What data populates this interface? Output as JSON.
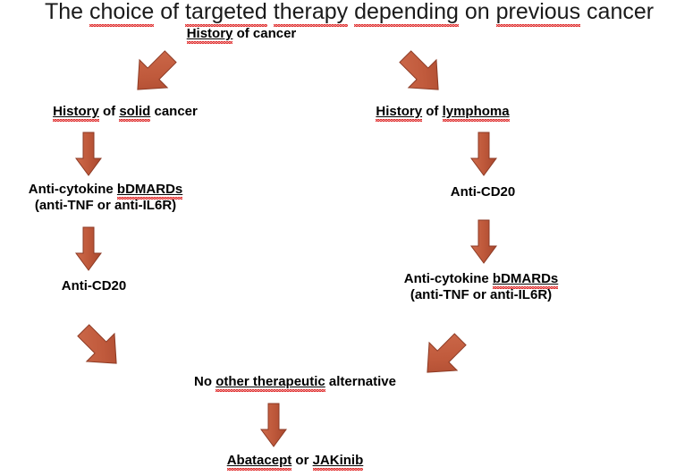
{
  "title": {
    "text": "The choice of targeted therapy depending on previous cancer",
    "spell_underlined_words": [
      "choice",
      "targeted",
      "therapy",
      "depending",
      "previous"
    ]
  },
  "colors": {
    "arrow_fill": "#C05A3C",
    "arrow_fill_light": "#CC6A4C",
    "arrow_stroke": "#8C3A24",
    "text": "#000000",
    "spellcheck_underline": "#E03030",
    "background": "#FFFFFF"
  },
  "diagram": {
    "type": "flowchart",
    "root": {
      "id": "history-of-cancer",
      "line1_underlined": "History",
      "line1_rest": " of cancer"
    },
    "branches": [
      {
        "id": "solid-cancer-branch",
        "side": "left",
        "steps": [
          {
            "id": "history-of-solid-cancer",
            "segments": [
              {
                "text": "History",
                "underline": true
              },
              {
                "text": " of ",
                "underline": false
              },
              {
                "text": "solid",
                "underline": true
              },
              {
                "text": " cancer",
                "underline": false
              }
            ]
          },
          {
            "id": "anti-cytokine-bdmards-left",
            "segments": [
              {
                "text": "Anti-cytokine ",
                "underline": false
              },
              {
                "text": "bDMARDs",
                "underline": true
              }
            ],
            "line2": "(anti-TNF or anti-IL6R)"
          },
          {
            "id": "anti-cd20-left",
            "segments": [
              {
                "text": "Anti-CD20",
                "underline": false
              }
            ]
          }
        ]
      },
      {
        "id": "lymphoma-branch",
        "side": "right",
        "steps": [
          {
            "id": "history-of-lymphoma",
            "segments": [
              {
                "text": "History",
                "underline": true
              },
              {
                "text": " of ",
                "underline": false
              },
              {
                "text": "lymphoma",
                "underline": true
              }
            ]
          },
          {
            "id": "anti-cd20-right",
            "segments": [
              {
                "text": "Anti-CD20",
                "underline": false
              }
            ]
          },
          {
            "id": "anti-cytokine-bdmards-right",
            "segments": [
              {
                "text": "Anti-cytokine ",
                "underline": false
              },
              {
                "text": "bDMARDs",
                "underline": true
              }
            ],
            "line2": "(anti-TNF or anti-IL6R)"
          }
        ]
      }
    ],
    "merge_node": {
      "id": "no-other-therapeutic-alternative",
      "segments": [
        {
          "text": "No ",
          "underline": false
        },
        {
          "text": "other therapeutic",
          "underline": true
        },
        {
          "text": " alternative",
          "underline": false
        }
      ]
    },
    "terminal_node": {
      "id": "abatacept-or-jakinib",
      "segments": [
        {
          "text": "Abatacept",
          "underline": true
        },
        {
          "text": " or ",
          "underline": false
        },
        {
          "text": "JAKinib",
          "underline": true
        }
      ]
    },
    "arrows": [
      {
        "id": "arrow-root-to-solid",
        "direction": "down-left"
      },
      {
        "id": "arrow-root-to-lymphoma",
        "direction": "down-right"
      },
      {
        "id": "arrow-solid-to-bdmards",
        "direction": "down"
      },
      {
        "id": "arrow-lymphoma-to-cd20",
        "direction": "down"
      },
      {
        "id": "arrow-bdmards-to-cd20-left",
        "direction": "down"
      },
      {
        "id": "arrow-cd20-to-bdmards-right",
        "direction": "down"
      },
      {
        "id": "arrow-left-to-merge",
        "direction": "down-right"
      },
      {
        "id": "arrow-right-to-merge",
        "direction": "down-left"
      },
      {
        "id": "arrow-merge-to-terminal",
        "direction": "down"
      }
    ]
  },
  "labels": {
    "root_text": "History of cancer",
    "solid_text": "History of solid cancer",
    "lymphoma_text": "History of lymphoma",
    "bdmards_line1": "Anti-cytokine bDMARDs",
    "bdmards_line2": "(anti-TNF or anti-IL6R)",
    "anti_cd20": "Anti-CD20",
    "merge_text": "No other therapeutic alternative",
    "terminal_text": "Abatacept or JAKinib"
  }
}
